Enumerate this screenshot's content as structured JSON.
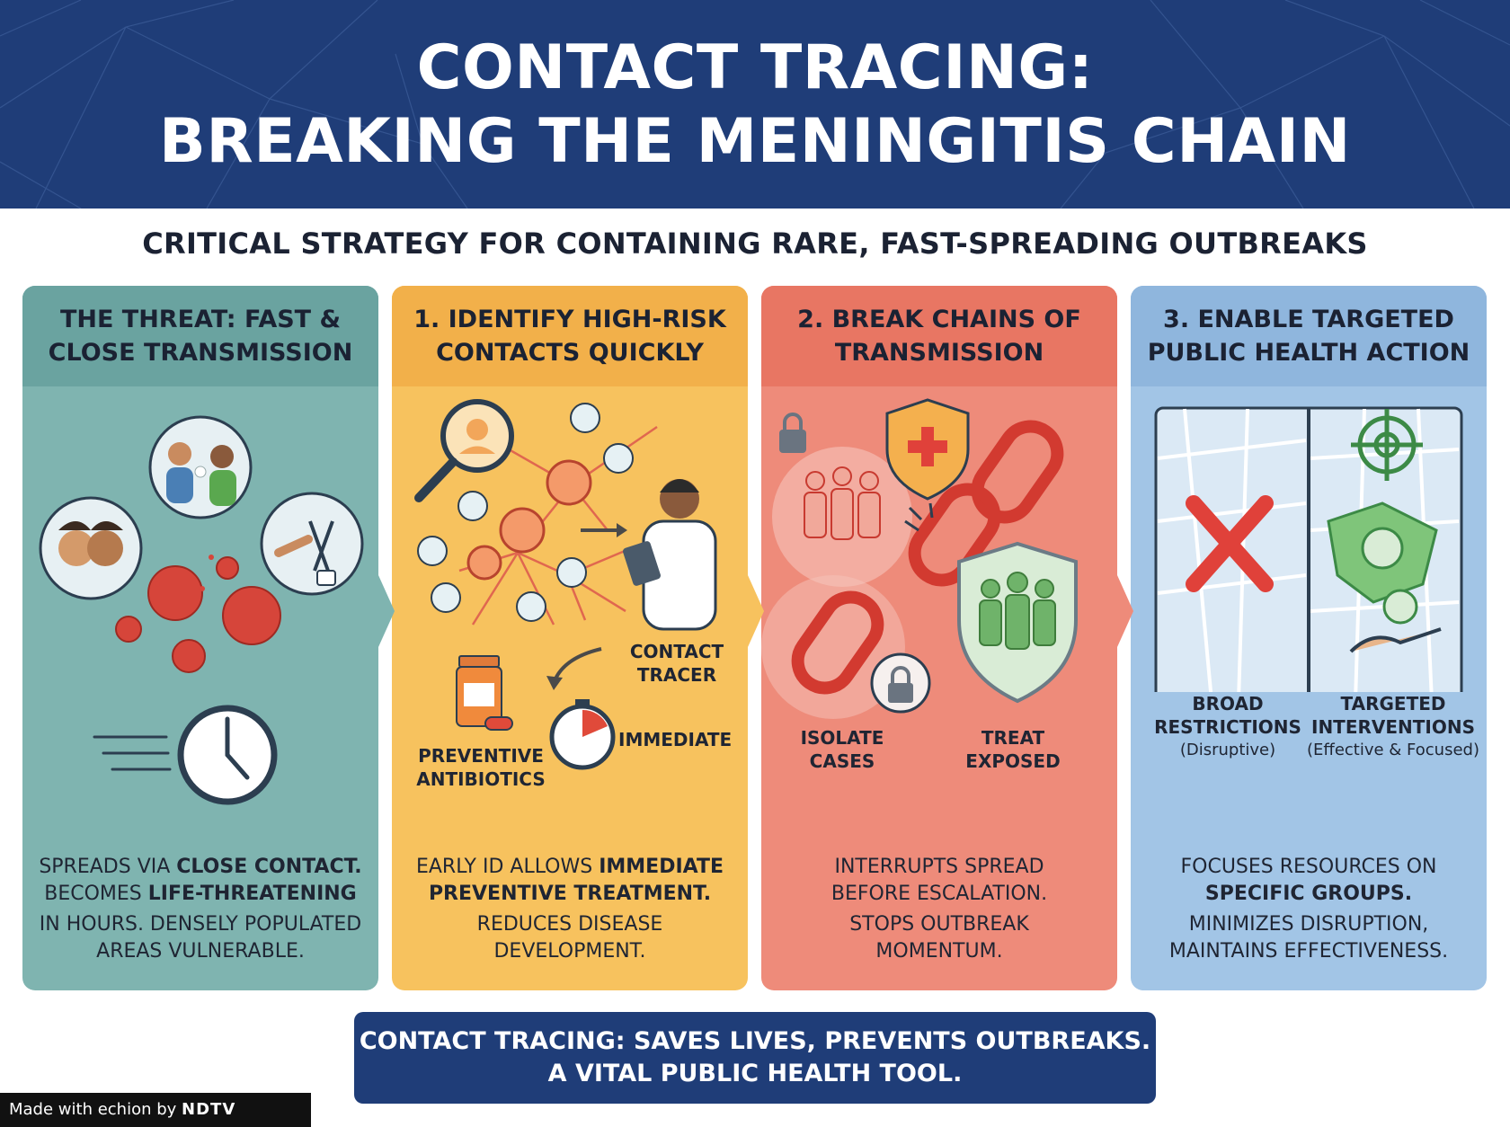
{
  "header": {
    "title_line1": "CONTACT TRACING:",
    "title_line2": "BREAKING THE MENINGITIS CHAIN",
    "subtitle": "CRITICAL STRATEGY FOR CONTAINING RARE, FAST-SPREADING OUTBREAKS"
  },
  "colors": {
    "navy": "#1f3d78",
    "teal_panel": "#7fb4b0",
    "amber_panel": "#f7c25e",
    "coral_panel": "#ee8b7a",
    "blue_panel": "#a2c5e6",
    "virus_red": "#d6453a",
    "safe_green": "#4f9a57"
  },
  "panels": [
    {
      "heading_line1": "THE THREAT: FAST &",
      "heading_line2": "CLOSE TRANSMISSION",
      "icons": [
        "talking-people-icon",
        "kissing-icon",
        "shared-utensils-icon",
        "virus-icon",
        "fast-clock-icon"
      ],
      "text_line1_pre": "SPREADS VIA ",
      "text_line1_bold": "CLOSE CONTACT.",
      "text_line2_pre": "BECOMES ",
      "text_line2_bold": "LIFE-THREATENING",
      "text_line3": "IN HOURS. DENSELY POPULATED",
      "text_line4": "AREAS VULNERABLE."
    },
    {
      "heading_line1": "1. IDENTIFY HIGH-RISK",
      "heading_line2": "CONTACTS QUICKLY",
      "icons": [
        "magnifier-icon",
        "contact-network-icon",
        "contact-tracer-icon",
        "medicine-bottle-icon",
        "stopwatch-icon"
      ],
      "label_tracer_line1": "CONTACT",
      "label_tracer_line2": "TRACER",
      "label_antibiotics_line1": "PREVENTIVE",
      "label_antibiotics_line2": "ANTIBIOTICS",
      "label_immediate": "IMMEDIATE",
      "text_line1_pre": "EARLY ID ALLOWS ",
      "text_line1_bold": "IMMEDIATE",
      "text_line2_bold": "PREVENTIVE TREATMENT.",
      "text_line3": "REDUCES DISEASE",
      "text_line4": "DEVELOPMENT."
    },
    {
      "heading_line1": "2. BREAK CHAINS OF",
      "heading_line2": "TRANSMISSION",
      "icons": [
        "padlock-icon",
        "shield-cross-icon",
        "broken-chain-icon",
        "isolated-group-icon",
        "protected-group-icon"
      ],
      "label_isolate_line1": "ISOLATE",
      "label_isolate_line2": "CASES",
      "label_treat_line1": "TREAT",
      "label_treat_line2": "EXPOSED",
      "text_line1": "INTERRUPTS SPREAD",
      "text_line2": "BEFORE ESCALATION.",
      "text_line3": "STOPS OUTBREAK",
      "text_line4": "MOMENTUM."
    },
    {
      "heading_line1": "3. ENABLE TARGETED",
      "heading_line2": "PUBLIC HEALTH ACTION",
      "icons": [
        "city-map-icon",
        "red-x-icon",
        "target-icon",
        "community-group-icon",
        "caring-hand-icon"
      ],
      "label_broad_line1": "BROAD",
      "label_broad_line2": "RESTRICTIONS",
      "label_broad_sub": "(Disruptive)",
      "label_targeted_line1": "TARGETED",
      "label_targeted_line2": "INTERVENTIONS",
      "label_targeted_sub": "(Effective & Focused)",
      "text_line1": "FOCUSES RESOURCES ON",
      "text_line2_bold": "SPECIFIC GROUPS.",
      "text_line3": "MINIMIZES DISRUPTION,",
      "text_line4": "MAINTAINS EFFECTIVENESS."
    }
  ],
  "footer": {
    "line1": "CONTACT TRACING: SAVES LIVES, PREVENTS OUTBREAKS.",
    "line2": "A VITAL PUBLIC HEALTH TOOL."
  },
  "credit": {
    "made_with": "Made with ",
    "brand": "echion",
    "by": " by ",
    "publisher": "NDTV"
  }
}
